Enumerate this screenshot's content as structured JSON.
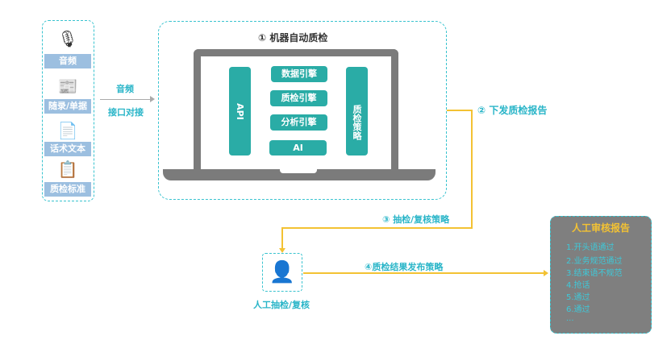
{
  "inputs": [
    {
      "label": "音频",
      "icon": "microphone-icon"
    },
    {
      "label": "随录/单据",
      "icon": "document-icon"
    },
    {
      "label": "话术文本",
      "icon": "text-pages-icon"
    },
    {
      "label": "质检标准",
      "icon": "checklist-icon"
    }
  ],
  "arrow1": {
    "top": "音频",
    "bottom": "接口对接"
  },
  "machine": {
    "title": "① 机器自动质检",
    "api": "API",
    "engines": [
      "数据引擎",
      "质检引擎",
      "分析引擎",
      "AI"
    ],
    "strategy": "质检策略"
  },
  "steps": {
    "s2": "② 下发质检报告",
    "s3": "③ 抽检/复核策略",
    "s4": "④质检结果发布策略"
  },
  "human": {
    "label": "人工抽检/复核",
    "icon": "person-icon"
  },
  "report": {
    "title": "人工审核报告",
    "items": [
      "1.开头语通过",
      "2.业务规范通过",
      "3.结束语不规范",
      "4.抢话",
      "5.通过",
      "6.通过",
      "..."
    ]
  },
  "colors": {
    "teal": "#2aaca6",
    "accent": "#29b5c8",
    "line": "#f3c233",
    "report_bg": "#7f7f7f"
  }
}
